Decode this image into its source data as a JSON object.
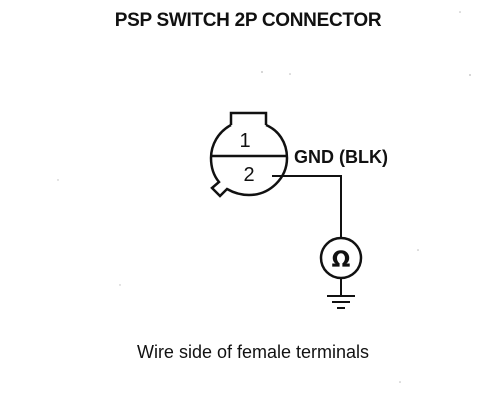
{
  "title": "PSP SWITCH 2P CONNECTOR",
  "caption": "Wire side of female terminals",
  "connector": {
    "terminals": [
      {
        "number": "1"
      },
      {
        "number": "2"
      }
    ]
  },
  "wire_label": "GND (BLK)",
  "meter_symbol": "Ω",
  "ground_symbol": "ground-icon"
}
